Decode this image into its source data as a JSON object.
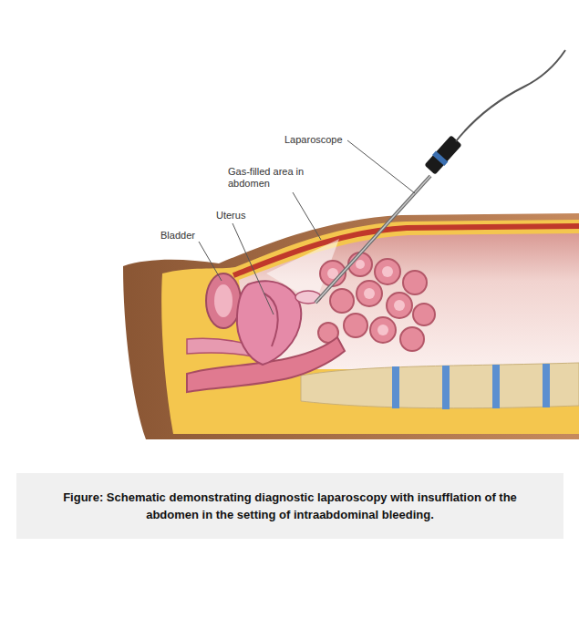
{
  "diagram": {
    "caption": "Figure: Schematic demonstrating diagnostic laparoscopy with insufflation of the abdomen in the setting of intraabdominal bleeding.",
    "labels": [
      "Laparoscope",
      "Gas-filled area in abdomen",
      "Uterus",
      "Bladder"
    ]
  }
}
